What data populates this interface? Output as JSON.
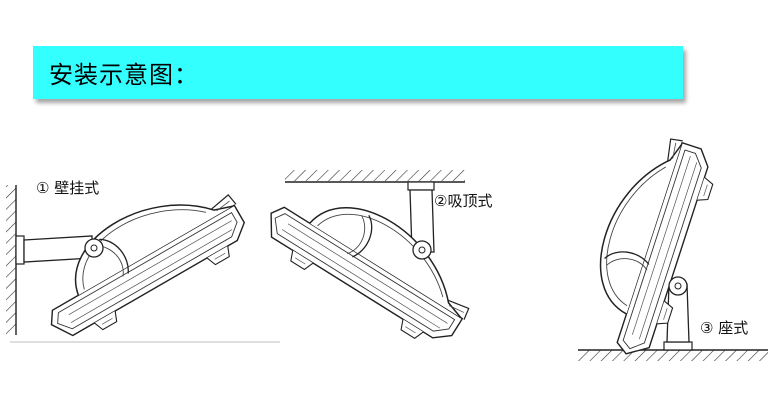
{
  "header": {
    "title": "安装示意图："
  },
  "mounts": [
    {
      "id": "wall",
      "label": "① 壁挂式"
    },
    {
      "id": "ceiling",
      "label": "②吸顶式"
    },
    {
      "id": "base",
      "label": "③ 座式"
    }
  ],
  "colors": {
    "banner": "#33ffff",
    "line": "#222222"
  }
}
